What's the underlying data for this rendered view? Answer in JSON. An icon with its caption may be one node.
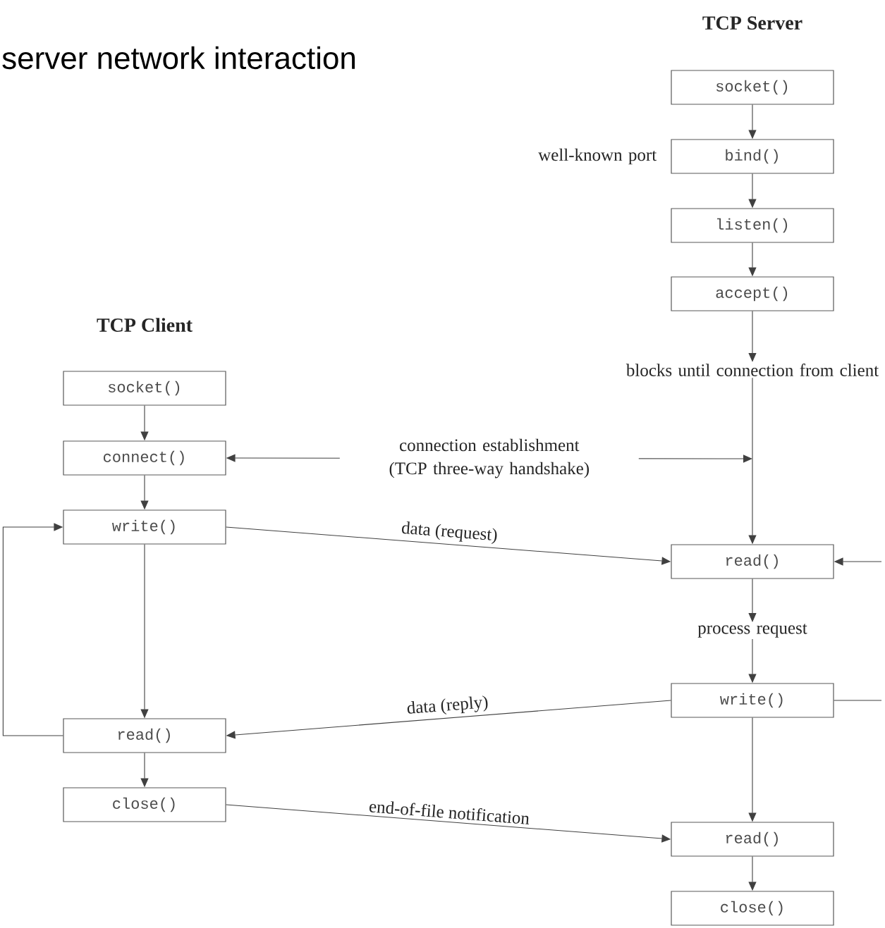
{
  "diagram": {
    "title": "server network interaction",
    "nodes": [
      {
        "text": [
          "socket()"
        ]
      },
      {
        "text": [
          "bind()"
        ],
        "beside": [
          "well-known port"
        ]
      },
      {
        "text": [
          "listen()"
        ]
      },
      {
        "text": [
          "accept()"
        ]
      },
      {
        "text": [
          "blocks until connection from client"
        ]
      },
      {
        "text": [
          "socket()"
        ]
      },
      {
        "text": [
          "connect()"
        ]
      },
      {
        "text": [
          "write()"
        ]
      },
      {
        "text": [
          "read()"
        ]
      },
      {
        "text": [
          "process request"
        ]
      },
      {
        "text": [
          "write()"
        ]
      },
      {
        "text": [
          "read()"
        ]
      },
      {
        "text": [
          "close()"
        ]
      },
      {
        "text": [
          "read()"
        ]
      },
      {
        "text": [
          "close()"
        ]
      }
    ],
    "edges": [
      {
        "from": 0,
        "to": 1,
        "arrow": "to"
      },
      {
        "from": 1,
        "to": 2,
        "arrow": "to"
      },
      {
        "from": 2,
        "to": 3,
        "arrow": "to"
      },
      {
        "from": 3,
        "to": 4,
        "arrow": "to"
      },
      {
        "from": 4,
        "to": 8,
        "arrow": "to"
      },
      {
        "from": 5,
        "to": 6,
        "arrow": "to"
      },
      {
        "from": 6,
        "to": 7,
        "arrow": "to"
      },
      {
        "from": 6,
        "to": null,
        "arrow": "both",
        "label": "connection establishment (TCP three-way handshake)"
      },
      {
        "from": 7,
        "to": 8,
        "arrow": "to",
        "label": "data (request)"
      },
      {
        "from": 7,
        "to": 11,
        "arrow": "to"
      },
      {
        "from": 11,
        "to": 7,
        "arrow": "to"
      },
      {
        "from": null,
        "to": 8,
        "arrow": "to"
      },
      {
        "from": 8,
        "to": 9,
        "arrow": "to"
      },
      {
        "from": 9,
        "to": 10,
        "arrow": "to"
      },
      {
        "from": 10,
        "to": 11,
        "arrow": "to",
        "label": "data (reply)"
      },
      {
        "from": 10,
        "to": null,
        "arrow": "none"
      },
      {
        "from": 10,
        "to": 13,
        "arrow": "to"
      },
      {
        "from": 11,
        "to": 12,
        "arrow": "to"
      },
      {
        "from": 12,
        "to": 13,
        "arrow": "to",
        "label": "end-of-file notification"
      },
      {
        "from": 13,
        "to": 14,
        "arrow": "to"
      }
    ],
    "labels": [
      "TCP Server",
      "TCP Client"
    ]
  }
}
